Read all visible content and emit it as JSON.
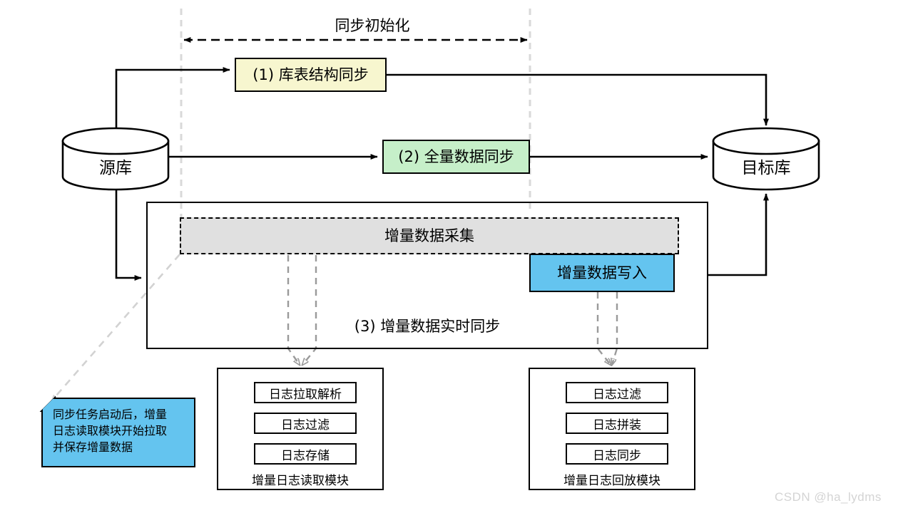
{
  "diagram": {
    "title_label": "同步初始化",
    "watermark": "CSDN @ha_lydms",
    "colors": {
      "schema_box": "#f7f6cf",
      "full_box": "#c6efc9",
      "capture_box": "#e0e0e0",
      "write_box": "#64c4ef",
      "note_box": "#64c4ef",
      "line": "#000000",
      "guide_line": "#d9d9d9",
      "dashed_connector": "#808080",
      "watermark_color": "#d4d4d4"
    },
    "databases": [
      {
        "id": "source",
        "label": "源库"
      },
      {
        "id": "target",
        "label": "目标库"
      }
    ],
    "steps": [
      {
        "id": "step1",
        "label": "(1) 库表结构同步"
      },
      {
        "id": "step2",
        "label": "(2) 全量数据同步"
      },
      {
        "id": "step3",
        "label": "(3) 增量数据实时同步"
      }
    ],
    "incremental": {
      "capture_label": "增量数据采集",
      "write_label": "增量数据写入"
    },
    "modules": [
      {
        "id": "read-module",
        "title": "增量日志读取模块",
        "items": [
          "日志拉取解析",
          "日志过滤",
          "日志存储"
        ]
      },
      {
        "id": "play-module",
        "title": "增量日志回放模块",
        "items": [
          "日志过滤",
          "日志拼装",
          "日志同步"
        ]
      }
    ],
    "note": {
      "lines": [
        "同步任务启动后，增量",
        "日志读取模块开始拉取",
        "并保存增量数据"
      ],
      "text": "同步任务启动后，增量日志读取模块开始拉取并保存增量数据"
    }
  }
}
